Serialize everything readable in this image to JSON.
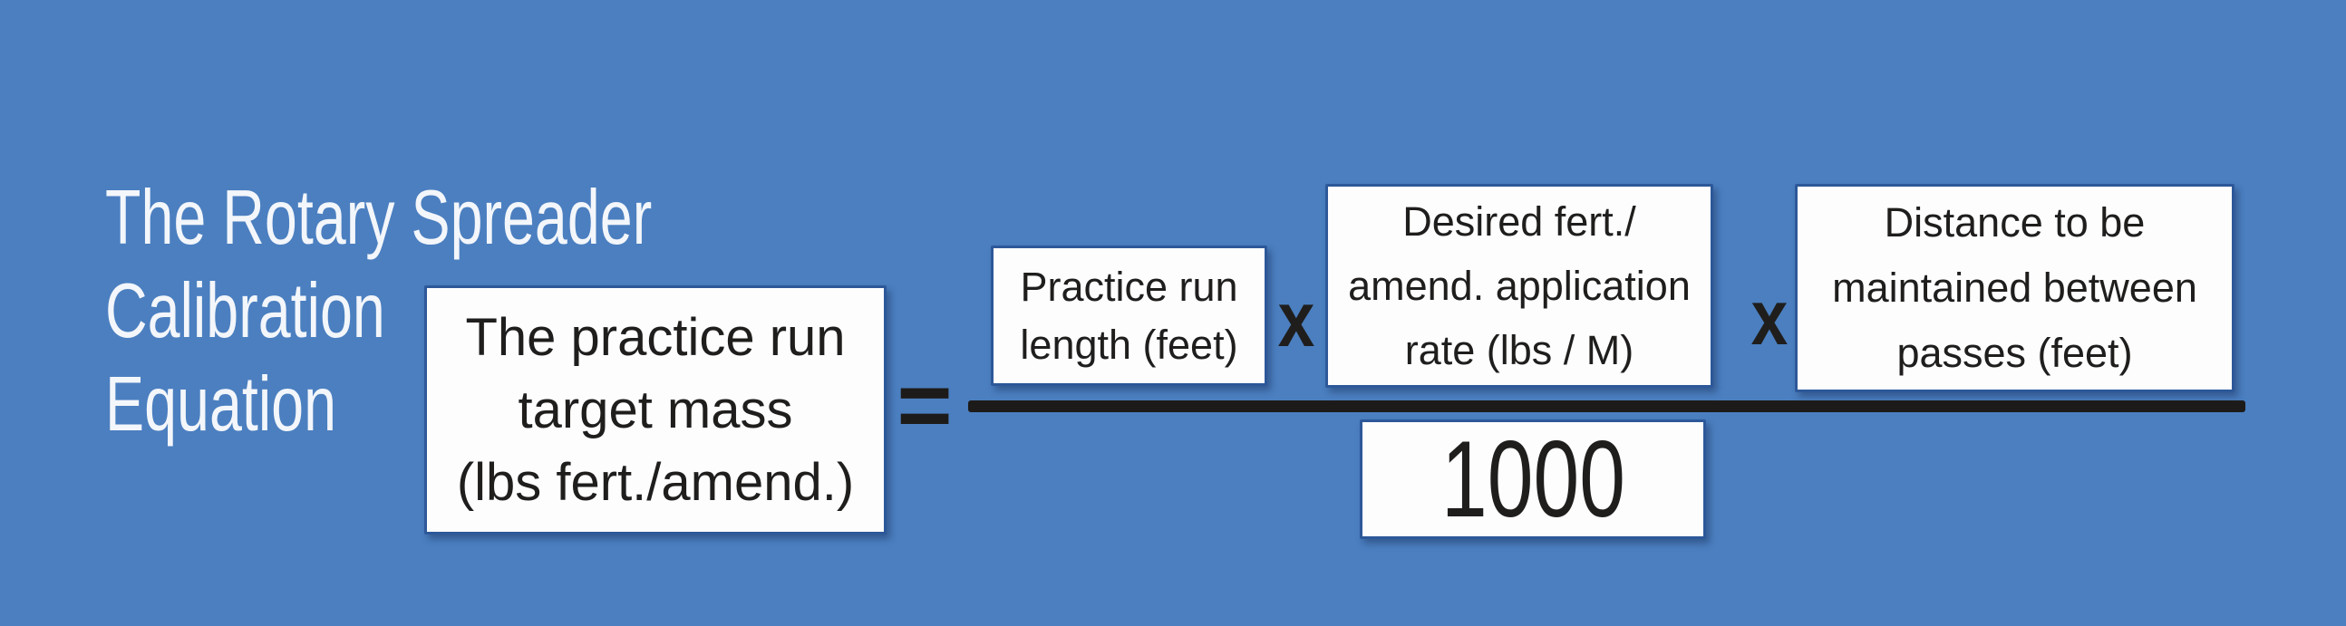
{
  "figure": {
    "title": {
      "lines": [
        "The Rotary Spreader",
        "Calibration",
        "Equation"
      ]
    },
    "equation": {
      "result_box": {
        "lines": [
          "The practice run",
          "target mass",
          "(lbs fert./amend.)"
        ]
      },
      "equals_sign": "=",
      "numerator": {
        "practice_run_box": {
          "lines": [
            "Practice run",
            "length (feet)"
          ]
        },
        "multiply_sign_1": "x",
        "application_rate_box": {
          "lines": [
            "Desired fert./",
            "amend. application",
            "rate (lbs / M)"
          ]
        },
        "multiply_sign_2": "x",
        "pass_distance_box": {
          "lines": [
            "Distance to be",
            "maintained between",
            "passes (feet)"
          ]
        }
      },
      "denominator_box": {
        "value": "1000"
      }
    },
    "colors": {
      "background": "#4b7fc0",
      "box_background": "#fdfdfe",
      "box_border": "#2d5899",
      "box_text": "#1f1e1d",
      "title_text": "#f3f6fa",
      "bar": "#1d1b1a"
    }
  }
}
